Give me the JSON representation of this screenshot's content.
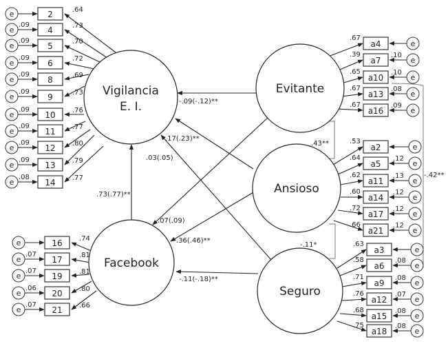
{
  "latents": {
    "vigilancia": {
      "label_line1": "Vigilancia",
      "label_line2": "E. I."
    },
    "facebook": {
      "label": "Facebook"
    },
    "evitante": {
      "label": "Evitante"
    },
    "ansioso": {
      "label": "Ansioso"
    },
    "seguro": {
      "label": "Seguro"
    }
  },
  "error_label": "e",
  "vigilancia_indicators": [
    {
      "item": "2",
      "loading": ".64",
      "error_var": ""
    },
    {
      "item": "4",
      "loading": ".73",
      "error_var": ".09"
    },
    {
      "item": "5",
      "loading": ".70",
      "error_var": ".09"
    },
    {
      "item": "6",
      "loading": ".72",
      "error_var": ".09"
    },
    {
      "item": "8",
      "loading": ".69",
      "error_var": ".09"
    },
    {
      "item": "9",
      "loading": ".73",
      "error_var": ".09"
    },
    {
      "item": "10",
      "loading": ".76",
      "error_var": ".09"
    },
    {
      "item": "11",
      "loading": ".77",
      "error_var": ".09"
    },
    {
      "item": "12",
      "loading": ".80",
      "error_var": ".09"
    },
    {
      "item": "13",
      "loading": ".79",
      "error_var": ".09"
    },
    {
      "item": "14",
      "loading": ".77",
      "error_var": ".08"
    }
  ],
  "facebook_indicators": [
    {
      "item": "16",
      "loading": ".74",
      "error_var": ""
    },
    {
      "item": "17",
      "loading": ".81",
      "error_var": ".07"
    },
    {
      "item": "19",
      "loading": ".81",
      "error_var": ".07"
    },
    {
      "item": "20",
      "loading": ".80",
      "error_var": ".06"
    },
    {
      "item": "21",
      "loading": ".66",
      "error_var": ".07"
    }
  ],
  "evitante_indicators": [
    {
      "item": "a4",
      "loading": ".67",
      "error_var": ""
    },
    {
      "item": "a7",
      "loading": ".39",
      "error_var": ".10"
    },
    {
      "item": "a10",
      "loading": ".65",
      "error_var": ".10"
    },
    {
      "item": "a13",
      "loading": ".67",
      "error_var": ".08"
    },
    {
      "item": "a16",
      "loading": ".67",
      "error_var": ".09"
    }
  ],
  "ansioso_indicators": [
    {
      "item": "a2",
      "loading": ".53",
      "error_var": ""
    },
    {
      "item": "a5",
      "loading": ".64",
      "error_var": ".12"
    },
    {
      "item": "a11",
      "loading": ".62",
      "error_var": ".13"
    },
    {
      "item": "a14",
      "loading": ".60",
      "error_var": ".12"
    },
    {
      "item": "a17",
      "loading": ".72",
      "error_var": ".12"
    },
    {
      "item": "a21",
      "loading": ".66",
      "error_var": ".12"
    }
  ],
  "seguro_indicators": [
    {
      "item": "a3",
      "loading": ".63",
      "error_var": ""
    },
    {
      "item": "a6",
      "loading": ".58",
      "error_var": ".08"
    },
    {
      "item": "a9",
      "loading": ".71",
      "error_var": ".08"
    },
    {
      "item": "a12",
      "loading": ".76",
      "error_var": ".07"
    },
    {
      "item": "a15",
      "loading": ".68",
      "error_var": ".08"
    },
    {
      "item": "a18",
      "loading": ".75",
      "error_var": ".08"
    }
  ],
  "structural_paths": {
    "evitante_to_vigilancia": "-.09(-.12)**",
    "ansioso_to_vigilancia": ".17(.23)**",
    "seguro_to_vigilancia": ".03(.05)",
    "facebook_to_vigilancia": ".73(.77)**",
    "evitante_to_facebook": ".07(.09)",
    "ansioso_to_facebook": ".36(.46)**",
    "seguro_to_facebook": "-.11(-.18)**"
  },
  "correlations": {
    "evitante_ansioso": ".43**",
    "ansioso_seguro": "-.11*",
    "evitante_seguro": "-.42**"
  }
}
